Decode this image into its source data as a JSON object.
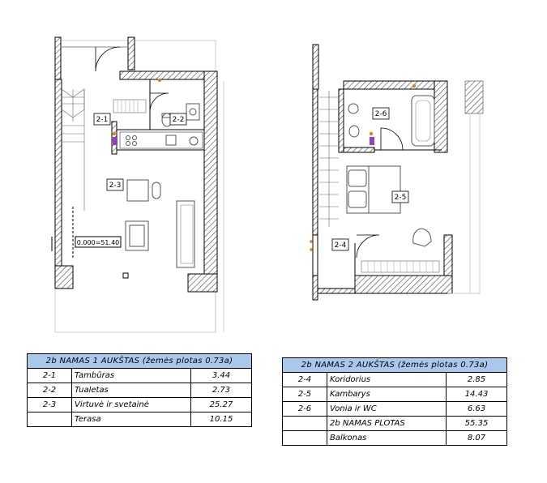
{
  "plan1": {
    "rooms": [
      "2-1",
      "2-2",
      "2-3"
    ],
    "level": "0.000=51.40"
  },
  "plan2": {
    "rooms": [
      "2-6",
      "2-5",
      "2-4"
    ]
  },
  "table1": {
    "title": "2b NAMAS 1 AUKŠTAS (žemės plotas 0.73a)",
    "rows": [
      {
        "code": "2-1",
        "name": "Tambūras",
        "area": "3.44"
      },
      {
        "code": "2-2",
        "name": "Tualetas",
        "area": "2.73"
      },
      {
        "code": "2-3",
        "name": "Virtuvė ir svetainė",
        "area": "25.27"
      },
      {
        "code": "",
        "name": "Terasa",
        "area": "10.15"
      }
    ]
  },
  "table2": {
    "title": "2b NAMAS 2 AUKŠTAS (žemės plotas 0.73a)",
    "rows": [
      {
        "code": "2-4",
        "name": "Koridorius",
        "area": "2.85"
      },
      {
        "code": "2-5",
        "name": "Kambarys",
        "area": "14.43"
      },
      {
        "code": "2-6",
        "name": "Vonia ir WC",
        "area": "6.63"
      },
      {
        "code": "",
        "name": "2b  NAMAS PLOTAS",
        "area": "55.35"
      },
      {
        "code": "",
        "name": "Balkonas",
        "area": "8.07"
      }
    ]
  },
  "colors": {
    "header_bg": "#a9c8ec",
    "wall_hatch": "#555555",
    "fixture_orange": "#e08020",
    "fixture_purple": "#9040c0"
  }
}
